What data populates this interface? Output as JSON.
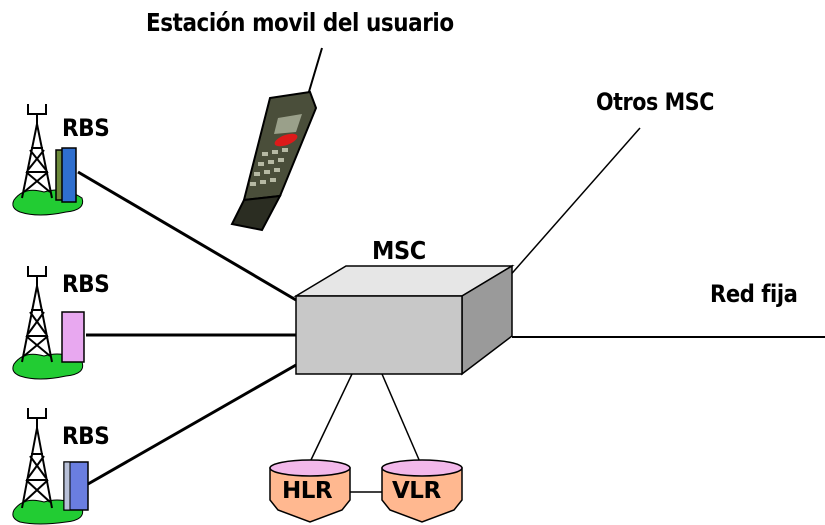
{
  "title": "Estación movil del usuario",
  "otros_msc": "Otros MSC",
  "msc": "MSC",
  "red_fija": "Red fija",
  "rbs": [
    "RBS",
    "RBS",
    "RBS"
  ],
  "hlr": "HLR",
  "vlr": "VLR",
  "colors": {
    "msc_box": "#c8c8c8",
    "rbs1_cabinet": "#2f6fcf",
    "rbs2_cabinet": "#e8a8f0",
    "rbs3_cabinet": "#6a7ee0",
    "ground": "#22cc33",
    "database": "#ffb890",
    "database_top": "#f2b8ea"
  }
}
